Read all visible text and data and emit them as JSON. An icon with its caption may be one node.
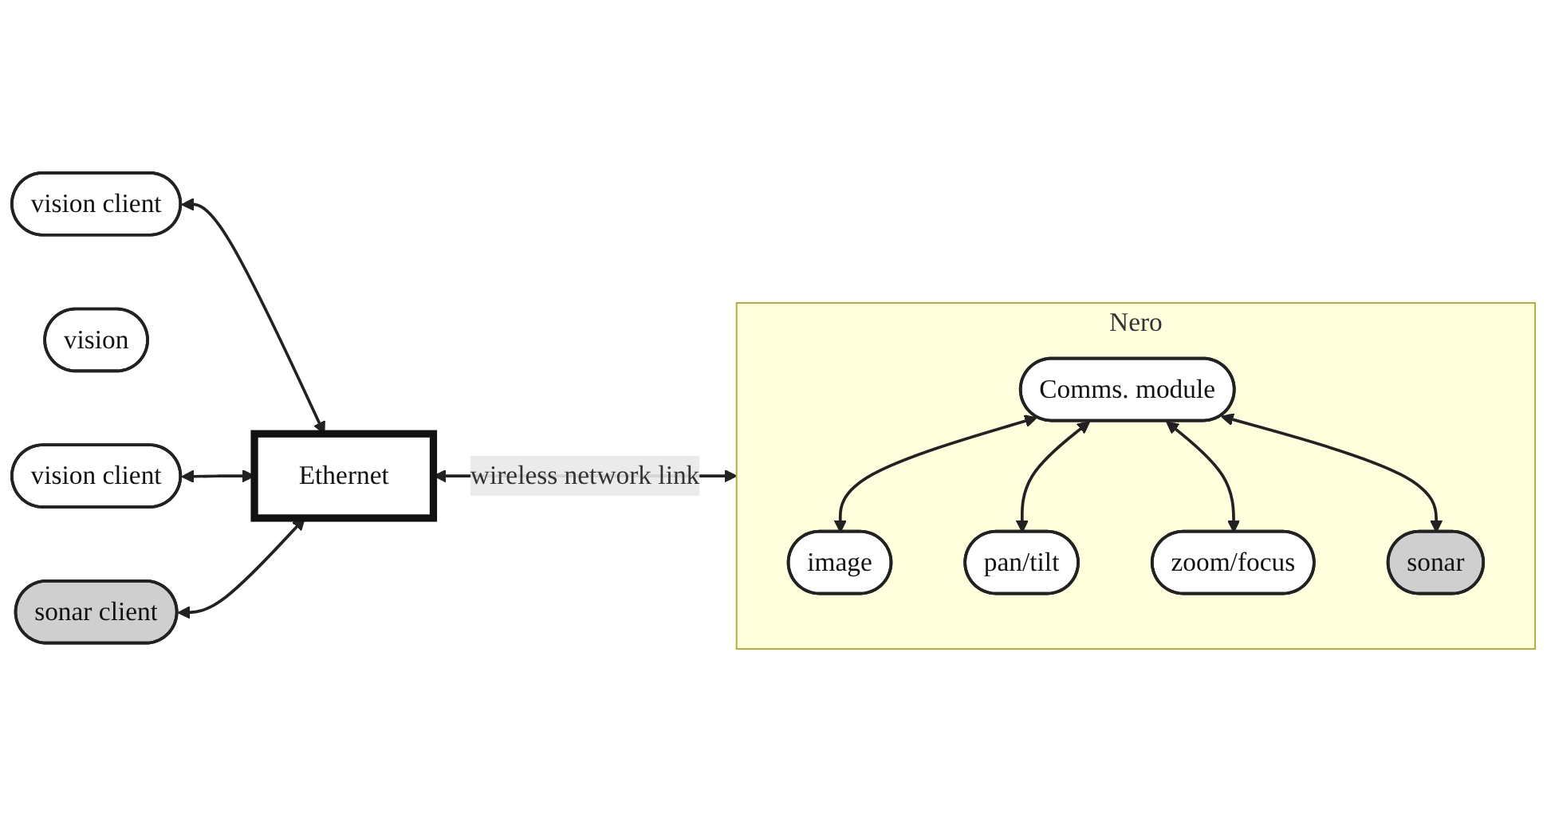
{
  "diagram": {
    "nodes": [
      {
        "text": [
          "vision client"
        ]
      },
      {
        "text": [
          "vision"
        ]
      },
      {
        "text": [
          "vision client"
        ]
      },
      {
        "text": [
          "sonar client"
        ]
      },
      {
        "text": [
          "Ethernet"
        ]
      },
      {
        "text": [
          "Nero"
        ]
      },
      {
        "text": [
          "Comms. module"
        ],
        "in": 5
      },
      {
        "text": [
          "image"
        ],
        "in": 5
      },
      {
        "text": [
          "pan/tilt"
        ],
        "in": 5
      },
      {
        "text": [
          "zoom/focus"
        ],
        "in": 5
      },
      {
        "text": [
          "sonar"
        ],
        "in": 5
      }
    ],
    "edges": [
      {
        "from": 0,
        "to": 4,
        "arrow": "both"
      },
      {
        "from": 2,
        "to": 4,
        "arrow": "both"
      },
      {
        "from": 3,
        "to": 4,
        "arrow": "both"
      },
      {
        "from": 4,
        "to": 5,
        "arrow": "both",
        "label": "wireless network link"
      },
      {
        "from": 6,
        "to": 7,
        "arrow": "both"
      },
      {
        "from": 6,
        "to": 8,
        "arrow": "both"
      },
      {
        "from": 6,
        "to": 9,
        "arrow": "both"
      },
      {
        "from": 6,
        "to": 10,
        "arrow": "both"
      }
    ]
  }
}
